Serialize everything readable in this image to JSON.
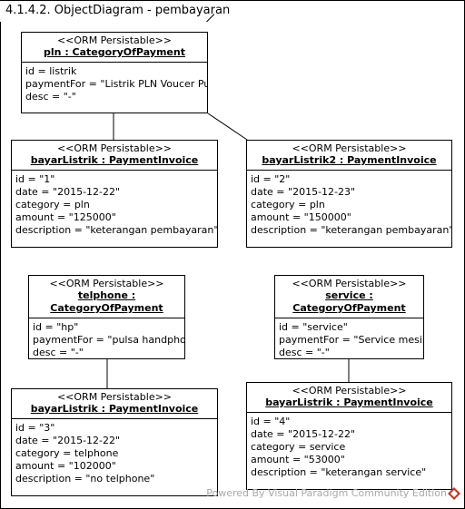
{
  "diagram": {
    "title": "4.1.4.2. ObjectDiagram - pembayaran",
    "watermark": "Powered By Visual Paradigm Community Edition"
  },
  "objects": {
    "pln": {
      "stereotype": "<<ORM Persistable>>",
      "name": "pln : CategoryOfPayment",
      "attrs": [
        "id = listrik",
        "paymentFor = \"Listrik PLN Voucer Pulsa\"",
        "desc = \"-\""
      ]
    },
    "bayarListrik1": {
      "stereotype": "<<ORM Persistable>>",
      "name": "bayarListrik : PaymentInvoice",
      "attrs": [
        "id = \"1\"",
        "date = \"2015-12-22\"",
        "category = pln",
        "amount = \"125000\"",
        "description = \"keterangan pembayaran\""
      ]
    },
    "bayarListrik2": {
      "stereotype": "<<ORM Persistable>>",
      "name": "bayarListrik2 : PaymentInvoice",
      "attrs": [
        "id = \"2\"",
        "date = \"2015-12-23\"",
        "category = pln",
        "amount = \"150000\"",
        "description = \"keterangan pembayaran\""
      ]
    },
    "telphone": {
      "stereotype": "<<ORM Persistable>>",
      "name_line1": "telphone :",
      "name_line2": "CategoryOfPayment",
      "attrs": [
        "id = \"hp\"",
        "paymentFor = \"pulsa handphone\"",
        "desc = \"-\""
      ]
    },
    "service": {
      "stereotype": "<<ORM Persistable>>",
      "name_line1": "service :",
      "name_line2": "CategoryOfPayment",
      "attrs": [
        "id = \"service\"",
        "paymentFor = \"Service mesin\"",
        "desc = \"-\""
      ]
    },
    "bayarListrik3": {
      "stereotype": "<<ORM Persistable>>",
      "name": "bayarListrik : PaymentInvoice",
      "attrs": [
        "id = \"3\"",
        "date = \"2015-12-22\"",
        "category = telphone",
        "amount = \"102000\"",
        "description = \"no telphone\""
      ]
    },
    "bayarListrik4": {
      "stereotype": "<<ORM Persistable>>",
      "name": "bayarListrik : PaymentInvoice",
      "attrs": [
        "id = \"4\"",
        "date = \"2015-12-22\"",
        "category = service",
        "amount = \"53000\"",
        "description = \"keterangan service\""
      ]
    }
  },
  "colors": {
    "line": "#000000",
    "watermark": "#a9a9a9",
    "watermark_icon": "#c0392b"
  }
}
